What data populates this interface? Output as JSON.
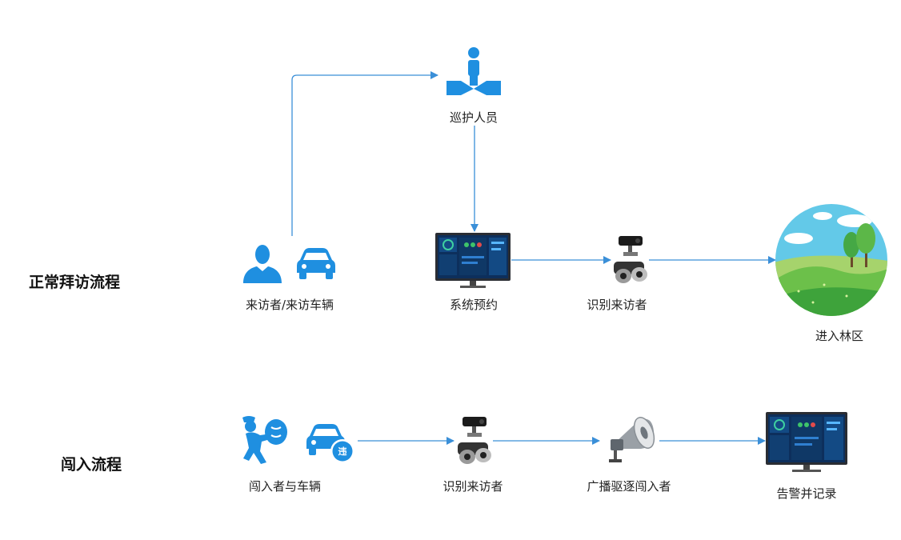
{
  "flows": {
    "normal": {
      "title": "正常拜访流程",
      "nodes": {
        "visitor": "来访者/来访车辆",
        "patrol": "巡护人员",
        "system": "系统预约",
        "identify": "识别来访者",
        "enter": "进入林区"
      }
    },
    "intrusion": {
      "title": "闯入流程",
      "nodes": {
        "intruder": "闯入者与车辆",
        "identify": "识别来访者",
        "broadcast": "广播驱逐闯入者",
        "alarm": "告警并记录"
      },
      "violation_badge": "违"
    }
  },
  "colors": {
    "accent_blue": "#1f8fe0",
    "arrow_blue": "#3a8fd8",
    "monitor_dark": "#2a2d33",
    "screen_blue": "#0d2f5c",
    "grass_green": "#6cc04a",
    "sky_blue": "#63c9e8"
  }
}
